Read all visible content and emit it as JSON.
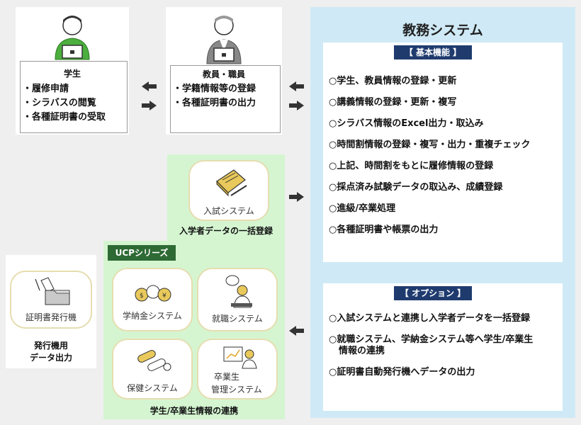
{
  "student": {
    "title": "学生",
    "items": [
      "履修申請",
      "シラバスの閲覧",
      "各種証明書の受取"
    ]
  },
  "staff": {
    "title": "教員・職員",
    "items": [
      "学籍情報等の登録",
      "各種証明書の出力"
    ]
  },
  "system": {
    "title": "教務システム",
    "basic": {
      "label": "【 基本機能 】",
      "items": [
        "学生、教員情報の登録・更新",
        "講義情報の登録・更新・複写",
        "シラバス情報のExcel出力・取込み",
        "時間割情報の登録・複写・出力・重複チェック",
        "上記、時間割をもとに履修情報の登録",
        "採点済み試験データの取込み、成績登録",
        "進級/卒業処理",
        "各種証明書や帳票の出力"
      ]
    },
    "options": {
      "label": "【 オプション 】",
      "items": [
        "入試システムと連携し入学者データを一括登録",
        "就職システム、学納金システム等へ学生/卒業生情報の連携",
        "証明書自動発行機へデータの出力"
      ]
    }
  },
  "entrance": {
    "tile_label": "入試システム",
    "caption": "入学者データの一括登録"
  },
  "ucp": {
    "badge": "UCPシリーズ",
    "tiles": {
      "tuition": "学納金システム",
      "career": "就職システム",
      "health": "保健システム",
      "alumni_line1": "卒業生",
      "alumni_line2": "管理システム"
    },
    "caption": "学生/卒業生情報の連携"
  },
  "certificate": {
    "tile_label": "証明書発行機",
    "caption_line1": "発行機用",
    "caption_line2": "データ出力"
  },
  "colors": {
    "background": "#efefef",
    "system_panel": "#cfeaf6",
    "badge_navy": "#1f3b6e",
    "green_panel": "#d5f5d1",
    "ucp_badge": "#2e6a34"
  }
}
